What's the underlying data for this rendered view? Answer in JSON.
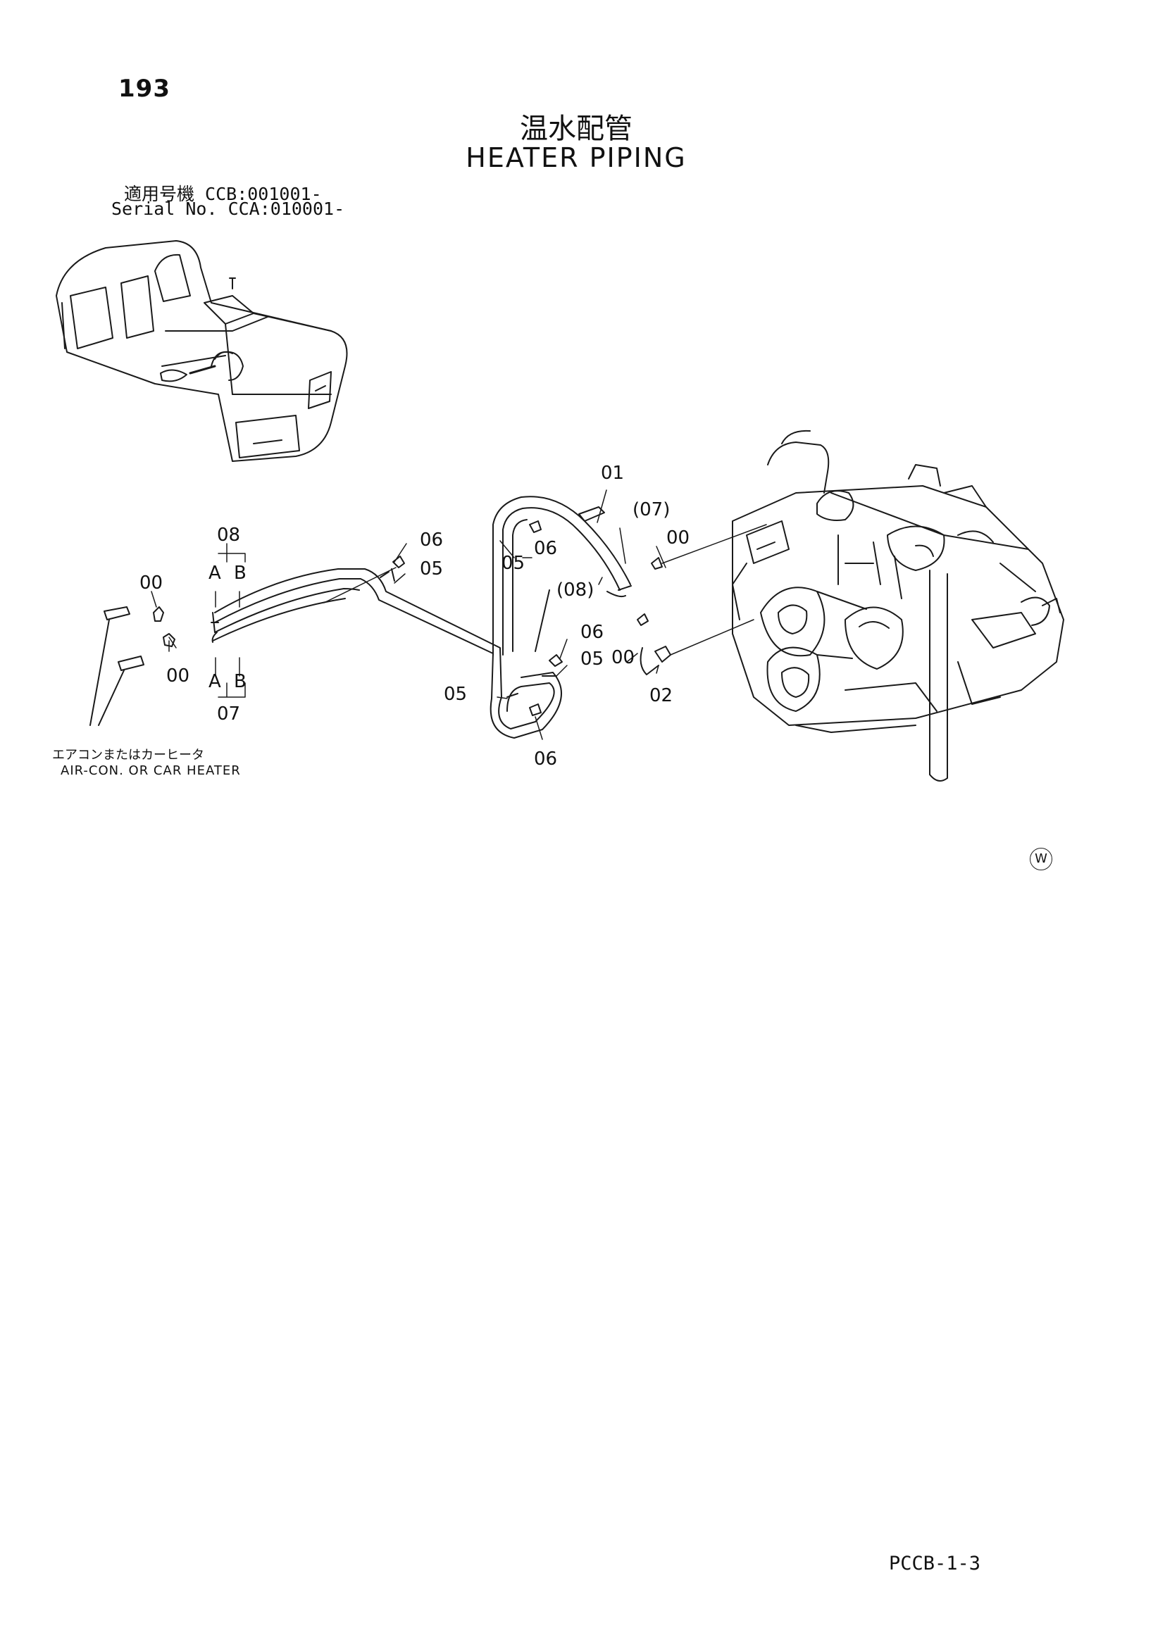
{
  "page": {
    "number": "193",
    "footer_code": "PCCB-1-3"
  },
  "title": {
    "japanese": "温水配管",
    "english": "HEATER PIPING"
  },
  "serial": {
    "line1": "適用号機  CCB:001001-",
    "line2": "Serial No. CCA:010001-"
  },
  "callouts": {
    "c01": "01",
    "c07p": "(07)",
    "c00_top": "00",
    "c06_a": "06",
    "c05_a": "05",
    "c06_b": "06",
    "c05_b": "05",
    "c08p": "(08)",
    "c08": "08",
    "c00_left": "00",
    "c00_lower": "00",
    "cA_top": "A",
    "cB_top": "B",
    "cA_bot": "A",
    "cB_bot": "B",
    "c07": "07",
    "c06_c": "06",
    "c05_c": "05",
    "c00_mid": "00",
    "c02": "02",
    "c05_d": "05",
    "c06_d": "06"
  },
  "aircon": {
    "japanese": "エアコンまたはカーヒータ",
    "english": "AIR-CON. OR CAR HEATER"
  },
  "mark": {
    "symbol": "W"
  },
  "colors": {
    "line": "#1a1a1a",
    "paper": "#ffffff"
  },
  "icons": {
    "mark": "circled-letter-icon"
  }
}
